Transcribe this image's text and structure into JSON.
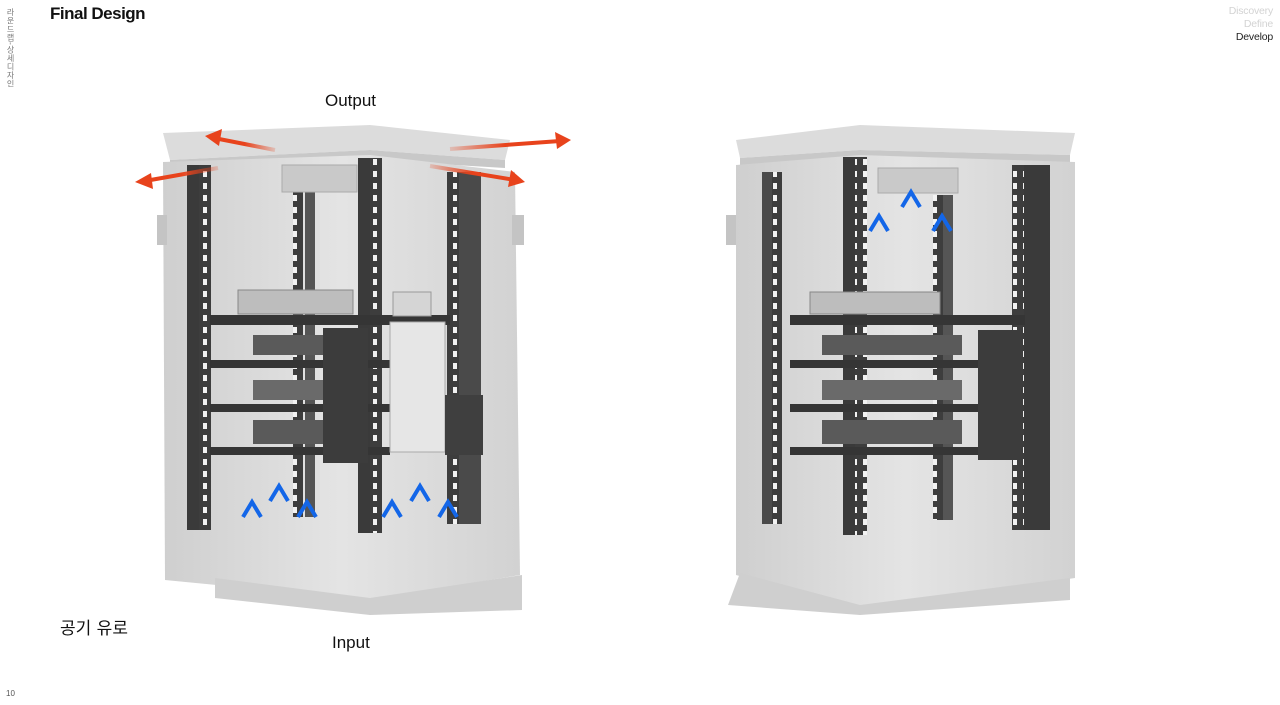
{
  "side_label": "라운드랩-상세디자인",
  "page_title": "Final Design",
  "nav": {
    "items": [
      {
        "label": "Discovery",
        "active": false
      },
      {
        "label": "Define",
        "active": false
      },
      {
        "label": "Develop",
        "active": true
      }
    ]
  },
  "labels": {
    "output": "Output",
    "input": "Input",
    "airflow": "공기 유로"
  },
  "page_number": "10",
  "colors": {
    "output_arrow": "#e8431c",
    "input_arrow": "#1366e8",
    "cabinet_body": "#d9d9d9",
    "rack_post": "#3a3a3a"
  },
  "icons": {
    "output_arrow": "arrow-right",
    "input_arrow": "arrow-up"
  }
}
